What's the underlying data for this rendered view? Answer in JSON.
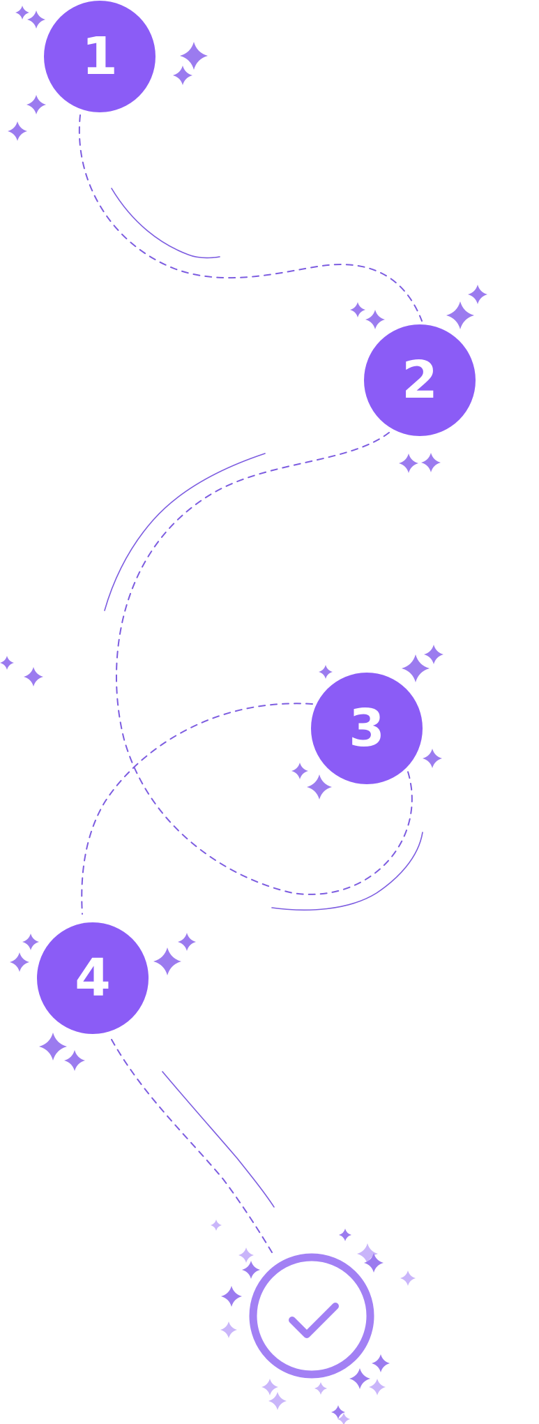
{
  "colors": {
    "primary": "#8B5CF6",
    "line": "#7C5CE0",
    "done": "#A280F4",
    "sparkle": "#9B7BEF",
    "sparkle_light": "#C9B5FA"
  },
  "steps": [
    {
      "label": "1"
    },
    {
      "label": "2"
    },
    {
      "label": "3"
    },
    {
      "label": "4"
    }
  ],
  "completion": {
    "icon": "checkmark-icon"
  }
}
